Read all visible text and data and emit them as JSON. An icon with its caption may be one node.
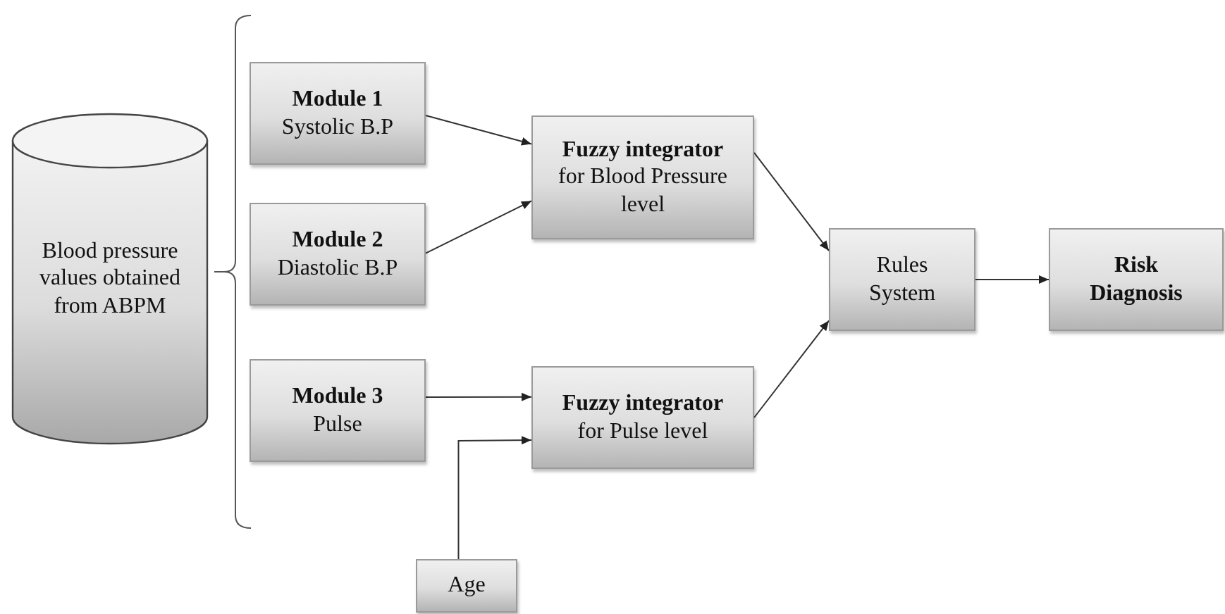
{
  "diagram": {
    "nodes": [
      {
        "text": [
          "Blood pressure values obtained from ABPM"
        ]
      },
      {
        "text": [
          "Module 1",
          "Systolic B.P"
        ]
      },
      {
        "text": [
          "Module 2",
          "Diastolic B.P"
        ]
      },
      {
        "text": [
          "Module 3",
          "Pulse"
        ]
      },
      {
        "text": [
          "Fuzzy integrator",
          "for Blood Pressure level"
        ]
      },
      {
        "text": [
          "Fuzzy integrator",
          "for Pulse level"
        ]
      },
      {
        "text": [
          "Age"
        ]
      },
      {
        "text": [
          "Rules System"
        ]
      },
      {
        "text": [
          "Risk Diagnosis"
        ]
      }
    ],
    "edges": [
      {
        "from": 1,
        "to": 4,
        "arrow": "to"
      },
      {
        "from": 2,
        "to": 4,
        "arrow": "to"
      },
      {
        "from": 3,
        "to": 5,
        "arrow": "to"
      },
      {
        "from": 6,
        "to": 5,
        "arrow": "to"
      },
      {
        "from": 4,
        "to": 7,
        "arrow": "to"
      },
      {
        "from": 5,
        "to": 7,
        "arrow": "to"
      },
      {
        "from": 7,
        "to": 8,
        "arrow": "to"
      }
    ]
  }
}
